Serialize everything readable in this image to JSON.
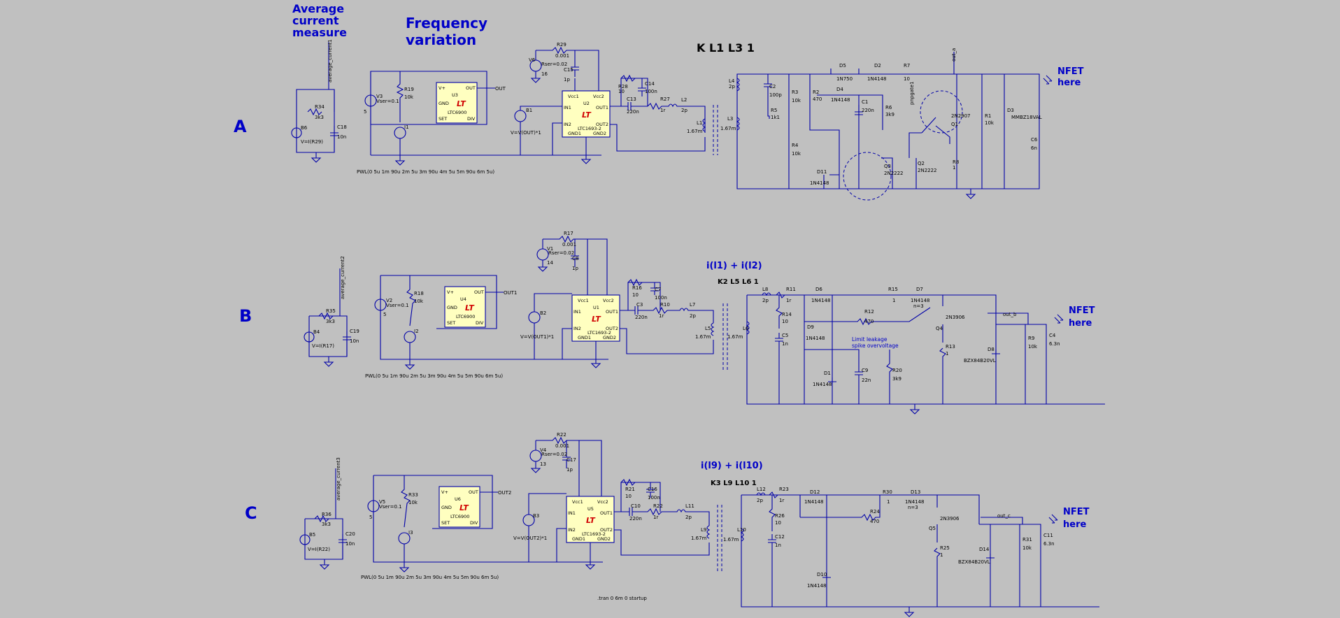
{
  "title_average": [
    "Average",
    "current",
    "measure"
  ],
  "title_frequency": [
    "Frequency",
    "variation"
  ],
  "sections": [
    {
      "letter": "A",
      "k_statement": "K L1 L3 1",
      "nfet": [
        "NFET",
        "here"
      ],
      "avg_label": "average_current1",
      "resistor_avg": [
        "R34",
        "3k3"
      ],
      "cap_avg": [
        "C18",
        "10n"
      ],
      "b_source": [
        "B6",
        "V=I(R29)"
      ],
      "vsource": [
        "V3",
        "Vser=0.1",
        "5"
      ],
      "r_timer": [
        "R19",
        "10k"
      ],
      "timer": [
        "U3",
        "LTC6900"
      ],
      "isource": "I1",
      "pwl": "PWL(0 5u 1m 90u 2m 5u 3m 90u 4m 5u 5m 90u 6m 5u)",
      "v_top": [
        "V6",
        "Rser=0.02",
        "16"
      ],
      "r_sense": [
        "R29",
        "0.001"
      ],
      "c_sense": [
        "C15",
        "1p"
      ],
      "b_drive": [
        "B1",
        "V=V(OUT)*1"
      ],
      "driver": [
        "U2",
        "LTC1693-2"
      ],
      "r_gate": [
        "R28",
        "10"
      ],
      "c_gate": [
        "C14",
        "100n"
      ],
      "c_couple": [
        "C13",
        "220n"
      ],
      "r_series": [
        "R27",
        "1r"
      ],
      "l_series": [
        "L2",
        "2p"
      ],
      "l_prim": [
        "L1",
        "1.67m"
      ],
      "secondary": [
        [
          "L4",
          "2p"
        ],
        [
          "L3",
          "1.67m"
        ],
        [
          "C2",
          "100p"
        ],
        [
          "R5",
          "1k1"
        ],
        [
          "R3",
          "10k"
        ],
        [
          "R4",
          "10k"
        ],
        [
          "R2",
          "470"
        ],
        [
          "D5",
          "1N750"
        ],
        [
          "D2",
          "1N4148"
        ],
        [
          "R7",
          "10"
        ],
        [
          "D4",
          "1N4148"
        ],
        [
          "C1",
          "220n"
        ],
        [
          "R6",
          "3k9"
        ],
        [
          "Q1",
          "2N2907"
        ],
        [
          "Q3",
          "2N2222"
        ],
        [
          "Q2",
          "2N2222"
        ],
        [
          "D11",
          "1N4148"
        ],
        [
          "R8",
          "1"
        ],
        [
          "R1",
          "10k"
        ],
        [
          "D3",
          "MMBZ18VAL"
        ],
        [
          "C6",
          "6n"
        ]
      ],
      "net_top": "out_a",
      "net_q1": "pnpgate1"
    },
    {
      "letter": "B",
      "k_statement": "K2 L5 L6 1",
      "current_expr": "i(l1) + i(l2)",
      "nfet": [
        "NFET",
        "here"
      ],
      "avg_label": "average_current2",
      "resistor_avg": [
        "R35",
        "3k3"
      ],
      "cap_avg": [
        "C19",
        "10n"
      ],
      "b_source": [
        "B4",
        "V=I(R17)"
      ],
      "vsource": [
        "V2",
        "Vser=0.1",
        "5"
      ],
      "r_timer": [
        "R18",
        "10k"
      ],
      "timer": [
        "U4",
        "LTC6900"
      ],
      "isource": "I2",
      "pwl": "PWL(0 5u 1m 90u 2m 5u 3m 90u 4m 5u 5m 90u 6m 5u)",
      "v_top": [
        "V1",
        "Rser=0.02",
        "14"
      ],
      "r_sense": [
        "R17",
        "0.001"
      ],
      "c_sense": [
        "C8",
        "1p"
      ],
      "b_drive": [
        "B2",
        "V=V(OUT1)*1"
      ],
      "driver": [
        "U1",
        "LTC1693-2"
      ],
      "r_gate": [
        "R16",
        "10"
      ],
      "c_gate": [
        "C7",
        "100n"
      ],
      "c_couple": [
        "C3",
        "220n"
      ],
      "r_series": [
        "R10",
        "1r"
      ],
      "l_series": [
        "L7",
        "2p"
      ],
      "l_prim": [
        "L5",
        "1.67m"
      ],
      "secondary": [
        [
          "L6",
          "1.67m"
        ],
        [
          "L8",
          "2p"
        ],
        [
          "R11",
          "1r"
        ],
        [
          "D6",
          "1N4148"
        ],
        [
          "R14",
          "10"
        ],
        [
          "C5",
          "1n"
        ],
        [
          "R15",
          "1"
        ],
        [
          "D7",
          "1N4148"
        ],
        [
          "R12",
          "470"
        ],
        [
          "D9",
          "1N4148"
        ],
        [
          "D1",
          "1N4148"
        ],
        [
          "C9",
          "22n"
        ],
        [
          "R20",
          "3k9"
        ],
        [
          "Q4",
          "2N3906"
        ],
        [
          "R13",
          "1"
        ],
        [
          "D8",
          "BZX84B20VL"
        ],
        [
          "R9",
          "10k"
        ],
        [
          "C4",
          "6.3n"
        ]
      ],
      "diode_n": "n=3",
      "net_out": "out_b",
      "note": [
        "Limit leakage",
        "spike overvoltage"
      ]
    },
    {
      "letter": "C",
      "k_statement": "K3 L9 L10 1",
      "current_expr": "i(l9) + i(l10)",
      "nfet": [
        "NFET",
        "here"
      ],
      "avg_label": "average_current3",
      "resistor_avg": [
        "R36",
        "3k3"
      ],
      "cap_avg": [
        "C20",
        "10n"
      ],
      "b_source": [
        "B5",
        "V=I(R22)"
      ],
      "vsource": [
        "V5",
        "Vser=0.1",
        "5"
      ],
      "r_timer": [
        "R33",
        "10k"
      ],
      "timer": [
        "U6",
        "LTC6900"
      ],
      "isource": "I3",
      "pwl": "PWL(0 5u 1m 90u 2m 5u 3m 90u 4m 5u 5m 90u 6m 5u)",
      "v_top": [
        "V4",
        "Rser=0.02",
        "13"
      ],
      "r_sense": [
        "R22",
        "0.001"
      ],
      "c_sense": [
        "C17",
        "1p"
      ],
      "b_drive": [
        "B3",
        "V=V(OUT2)*1"
      ],
      "driver": [
        "U5",
        "LTC1693-2"
      ],
      "r_gate": [
        "R21",
        "10"
      ],
      "c_gate": [
        "C16",
        "100n"
      ],
      "c_couple": [
        "C10",
        "220n"
      ],
      "r_series": [
        "R22",
        "1r"
      ],
      "l_series": [
        "L11",
        "2p"
      ],
      "l_prim": [
        "L9",
        "1.67m"
      ],
      "secondary": [
        [
          "L10",
          "1.67m"
        ],
        [
          "L12",
          "2p"
        ],
        [
          "R23",
          "1r"
        ],
        [
          "R26",
          "10"
        ],
        [
          "C12",
          "1n"
        ],
        [
          "D12",
          "1N4148"
        ],
        [
          "R30",
          "1"
        ],
        [
          "D13",
          "1N4148"
        ],
        [
          "R24",
          "470"
        ],
        [
          "D10",
          "1N4148"
        ],
        [
          "Q5",
          "2N3906"
        ],
        [
          "R25",
          "1"
        ],
        [
          "D14",
          "BZX84B20VL"
        ],
        [
          "R31",
          "10k"
        ],
        [
          "C11",
          "6.3n"
        ]
      ],
      "diode_n": "n=3",
      "net_out": "out_c"
    }
  ],
  "pins_timer": [
    "V+",
    "OUT",
    "GND",
    "SET",
    "DIV"
  ],
  "pins_driver": [
    "Vcc1",
    "Vcc2",
    "IN1",
    "OUT1",
    "IN2",
    "OUT2",
    "GND1",
    "GND2"
  ],
  "tran": ".tran 0 6m 0 startup",
  "colors": {
    "background": "#c0c0c0",
    "wire": "#0000a8",
    "chip": "#ffffc0",
    "text_blue": "#0000c8",
    "logo": "#d00000"
  }
}
